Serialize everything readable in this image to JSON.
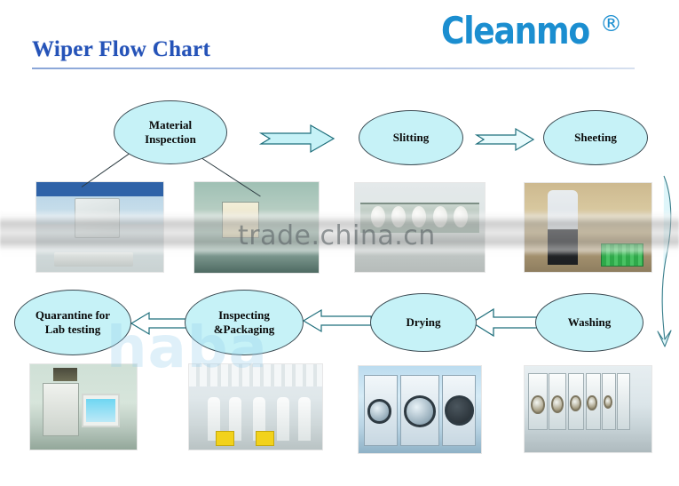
{
  "header": {
    "title": "Wiper Flow Chart",
    "brand": "Cleanmo",
    "registered_mark": "®",
    "brand_color": "#1b8ed0",
    "title_color": "#2553b8"
  },
  "theme": {
    "node_fill": "#c6f2f7",
    "node_stroke": "#3b4a52",
    "arrow_fill": "#c6f2f7",
    "arrow_stroke": "#1f6f7c",
    "background": "#ffffff"
  },
  "flow": {
    "row1": [
      {
        "id": "material-inspection",
        "label": "Material\nInspection",
        "lines": [
          "Material",
          "Inspection"
        ]
      },
      {
        "id": "slitting",
        "label": "Slitting",
        "lines": [
          "Slitting"
        ]
      },
      {
        "id": "sheeting",
        "label": "Sheeting",
        "lines": [
          "Sheeting"
        ]
      }
    ],
    "row2": [
      {
        "id": "quarantine-lab-testing",
        "label": "Quarantine for\nLab testing",
        "lines": [
          "Quarantine for",
          "Lab testing"
        ]
      },
      {
        "id": "inspecting-packaging",
        "label": "Inspecting\n&Packaging",
        "lines": [
          "Inspecting",
          "&Packaging"
        ]
      },
      {
        "id": "drying",
        "label": "Drying",
        "lines": [
          "Drying"
        ]
      },
      {
        "id": "washing",
        "label": "Washing",
        "lines": [
          "Washing"
        ]
      }
    ]
  },
  "photos": [
    {
      "id": "photo-material-inspection-lab",
      "caption": "Material inspection lab with monitor and keyboard"
    },
    {
      "id": "photo-material-inspection-machine",
      "caption": "Material inspection testing machine"
    },
    {
      "id": "photo-slitting-machine",
      "caption": "Slitting machine line in workshop"
    },
    {
      "id": "photo-sheeting-operator",
      "caption": "Operator at sheeting machine with green crate"
    },
    {
      "id": "photo-lab-testing-equipment",
      "caption": "Lab testing analyser with screen"
    },
    {
      "id": "photo-cleanroom-packaging",
      "caption": "Cleanroom workers packaging wipers"
    },
    {
      "id": "photo-drying-machines",
      "caption": "Industrial drying machines"
    },
    {
      "id": "photo-washing-machines",
      "caption": "Row of industrial washing machines"
    }
  ],
  "watermarks": {
    "primary": "trade.china.cn",
    "secondary": "haba"
  }
}
